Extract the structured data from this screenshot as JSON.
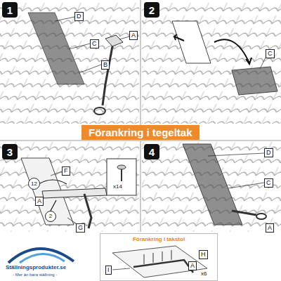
{
  "diagram": {
    "title": "Förankring i tegeltak",
    "nodes": [
      {
        "text": [
          "1"
        ]
      },
      {
        "text": [
          "2"
        ]
      },
      {
        "text": [
          "3"
        ]
      },
      {
        "text": [
          "4"
        ]
      },
      {
        "text": [
          "Förankring i takstol"
        ]
      }
    ],
    "labels": [
      "D",
      "C",
      "B",
      "A",
      "C",
      "F",
      "12",
      "x14",
      "A",
      "2",
      "G",
      "D",
      "C",
      "A",
      "H",
      "A",
      "x6",
      "I",
      "Ställningsprodukter.se",
      "- Mer än bara ställning -"
    ]
  }
}
